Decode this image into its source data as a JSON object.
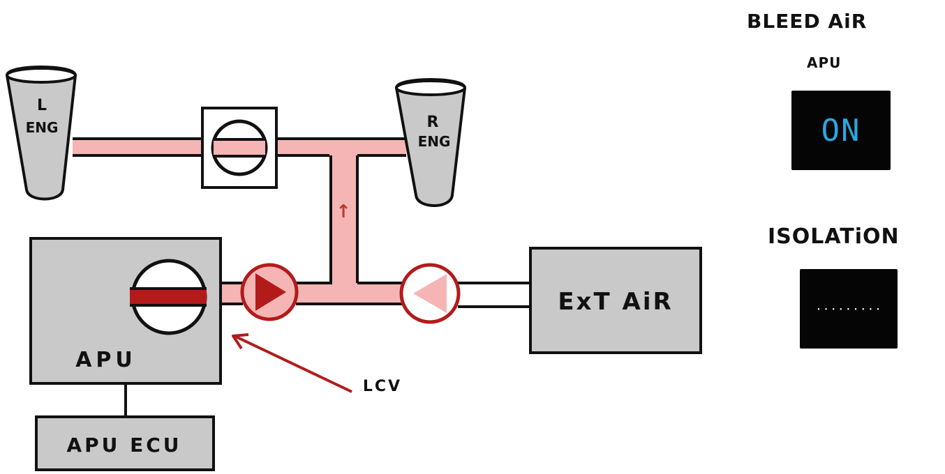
{
  "diagram": {
    "left_engine_label": [
      "L",
      "ENG"
    ],
    "right_engine_label": [
      "R",
      "ENG"
    ],
    "apu_label": "APU",
    "apu_ecu_label": "APU ECU",
    "ext_air_label": "ExT AiR",
    "lcv_label": "LCV",
    "flow_arrow_glyph": "↑"
  },
  "panel": {
    "title": "BLEED AiR",
    "apu_label": "APU",
    "apu_button_text": "ON",
    "isolation_label": "ISOLATiON",
    "isolation_button_text": "·········"
  },
  "colors": {
    "duct_active": "#f5b5b5",
    "valve_red": "#b31b1b",
    "component_grey": "#c9c9c9",
    "apu_on_blue": "#29a8e0"
  }
}
